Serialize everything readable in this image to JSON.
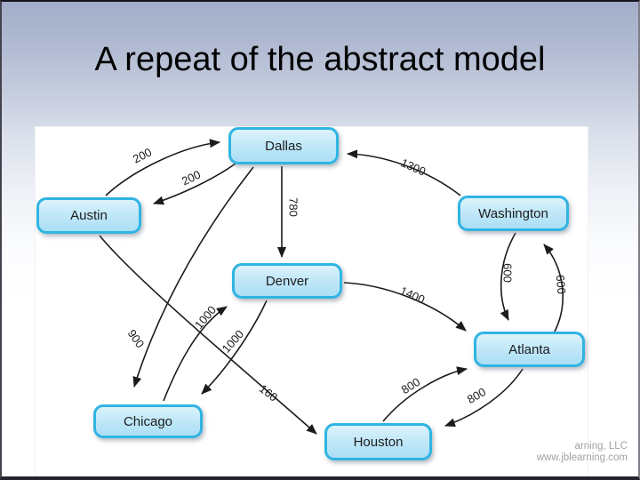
{
  "slide": {
    "title": "A repeat of the abstract model",
    "watermark_line1": "arning, LLC",
    "watermark_line2": "www.jblearning.com"
  },
  "colors": {
    "background_top": "#a3adc9",
    "background_bottom": "#ffffff",
    "node_fill": "#bfe7f8",
    "node_border": "#30b4e2",
    "edge_line": "#1b1b1b",
    "watermark_text": "#a2a2a2"
  },
  "graph": {
    "type": "directed-weighted-graph",
    "nodes": [
      {
        "id": "dallas",
        "label": "Dallas"
      },
      {
        "id": "austin",
        "label": "Austin"
      },
      {
        "id": "washington",
        "label": "Washington"
      },
      {
        "id": "denver",
        "label": "Denver"
      },
      {
        "id": "atlanta",
        "label": "Atlanta"
      },
      {
        "id": "chicago",
        "label": "Chicago"
      },
      {
        "id": "houston",
        "label": "Houston"
      }
    ],
    "edges": [
      {
        "from": "Austin",
        "to": "Dallas",
        "weight": "200"
      },
      {
        "from": "Dallas",
        "to": "Austin",
        "weight": "200"
      },
      {
        "from": "Washington",
        "to": "Dallas",
        "weight": "1300"
      },
      {
        "from": "Dallas",
        "to": "Denver",
        "weight": "780"
      },
      {
        "from": "Dallas",
        "to": "Chicago",
        "weight": "900"
      },
      {
        "from": "Chicago",
        "to": "Denver",
        "weight": "1000"
      },
      {
        "from": "Denver",
        "to": "Chicago",
        "weight": "1000"
      },
      {
        "from": "Denver",
        "to": "Atlanta",
        "weight": "1400"
      },
      {
        "from": "Washington",
        "to": "Atlanta",
        "weight": "600"
      },
      {
        "from": "Atlanta",
        "to": "Washington",
        "weight": "600"
      },
      {
        "from": "Austin",
        "to": "Houston",
        "weight": "160"
      },
      {
        "from": "Houston",
        "to": "Atlanta",
        "weight": "800"
      },
      {
        "from": "Atlanta",
        "to": "Houston",
        "weight": "800"
      }
    ]
  }
}
